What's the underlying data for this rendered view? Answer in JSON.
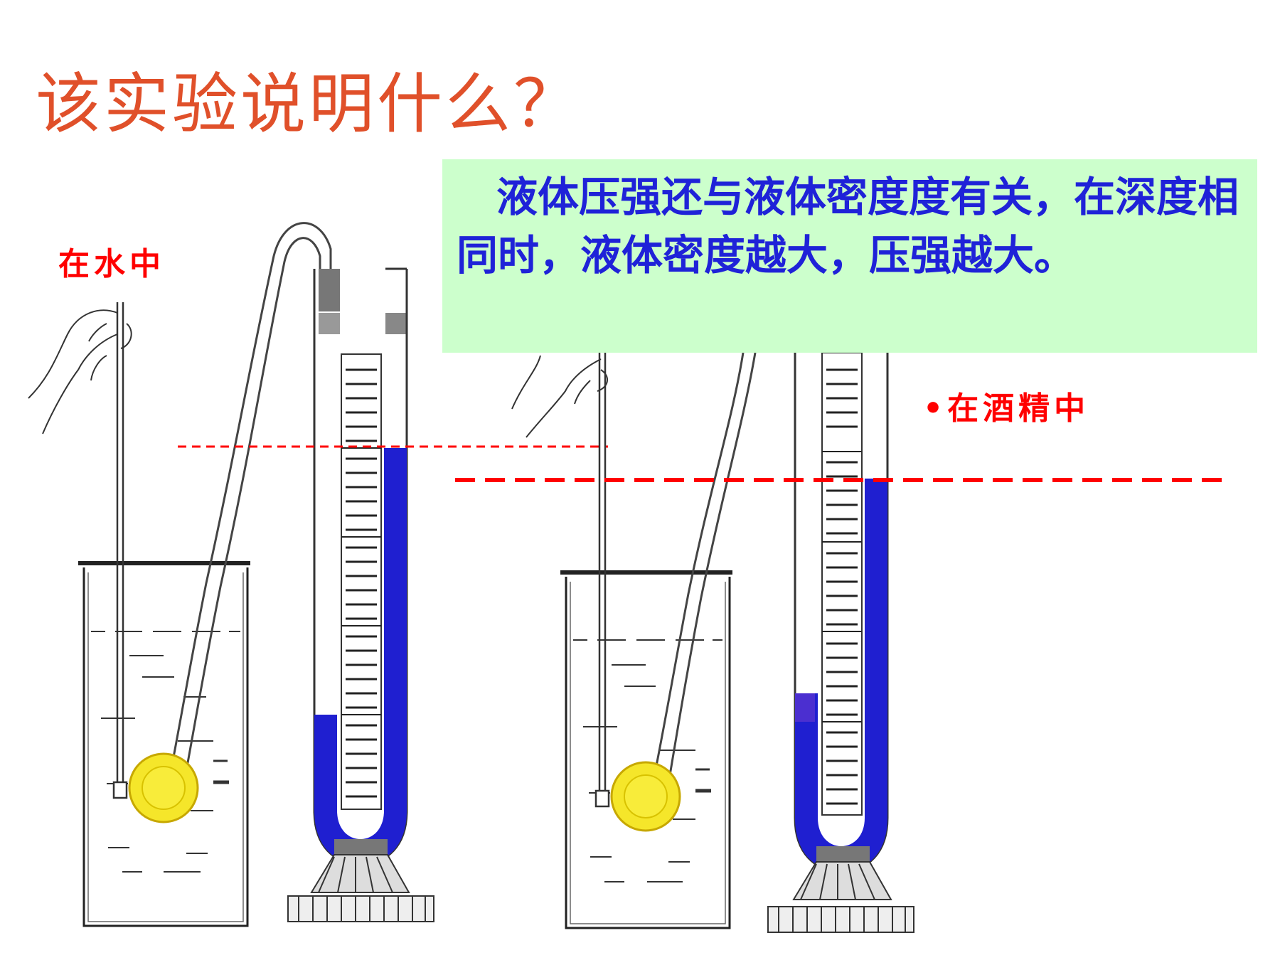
{
  "title": "该实验说明什么？",
  "labels": {
    "left": "在水中",
    "right": "•在酒精中"
  },
  "conclusion": "液体压强还与液体密度度有关，在深度相同时，液体密度越大，压强越大。",
  "colors": {
    "title": "#e0502a",
    "label": "#ff0000",
    "callout_bg": "#ccffcc",
    "callout_text": "#1f22d8",
    "liquid": "#1f1fd0",
    "guide_line": "#ff0000",
    "probe": "#f5e62a"
  },
  "experiments": [
    {
      "medium": "水",
      "manometer_rise": "high"
    },
    {
      "medium": "酒精",
      "manometer_rise": "lower"
    }
  ]
}
